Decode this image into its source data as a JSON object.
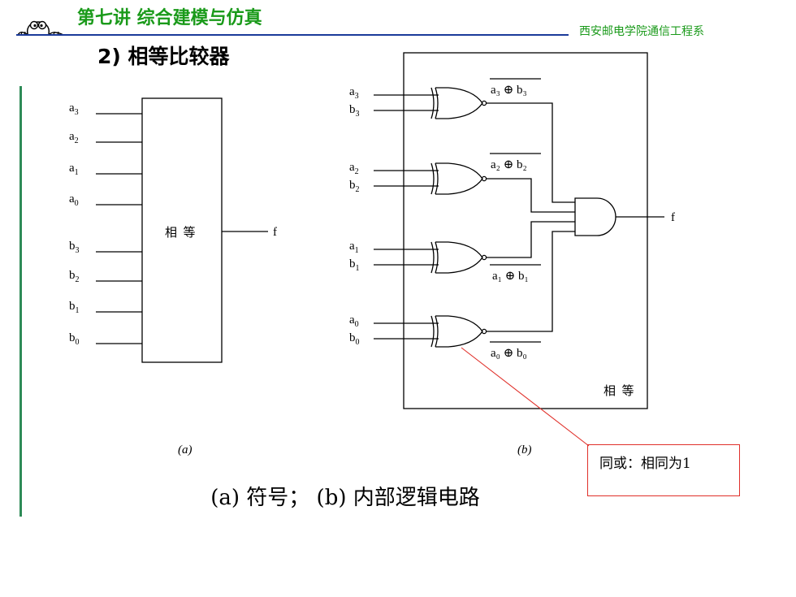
{
  "header": {
    "title": "第七讲 综合建模与仿真",
    "org": "西安邮电学院通信工程系"
  },
  "section_title": "2) 相等比较器",
  "symbol": {
    "label": "相  等",
    "output": "f",
    "inputs": [
      {
        "base": "a",
        "sub": "3"
      },
      {
        "base": "a",
        "sub": "2"
      },
      {
        "base": "a",
        "sub": "1"
      },
      {
        "base": "a",
        "sub": "0"
      },
      {
        "base": "b",
        "sub": "3"
      },
      {
        "base": "b",
        "sub": "2"
      },
      {
        "base": "b",
        "sub": "1"
      },
      {
        "base": "b",
        "sub": "0"
      }
    ],
    "caption": "(a)"
  },
  "circuit": {
    "label": "相  等",
    "output": "f",
    "caption": "(b)",
    "gates": [
      {
        "a": "a",
        "a_sub": "3",
        "b": "b",
        "b_sub": "3",
        "expr": "a₃ ⊕ b₃"
      },
      {
        "a": "a",
        "a_sub": "2",
        "b": "b",
        "b_sub": "2",
        "expr": "a₂ ⊕ b₂"
      },
      {
        "a": "a",
        "a_sub": "1",
        "b": "b",
        "b_sub": "1",
        "expr": "a₁ ⊕ b₁"
      },
      {
        "a": "a",
        "a_sub": "0",
        "b": "b",
        "b_sub": "0",
        "expr": "a₀ ⊕ b₀"
      }
    ]
  },
  "note": "同或：相同为1",
  "caption": "(a) 符号； (b) 内部逻辑电路",
  "colors": {
    "title": "#1a9a1a",
    "rule": "#1a3a9a",
    "accent_bar": "#2e8b57",
    "note_border": "#e0302a"
  },
  "icons": {
    "logo": "cartoon-face-icon"
  }
}
